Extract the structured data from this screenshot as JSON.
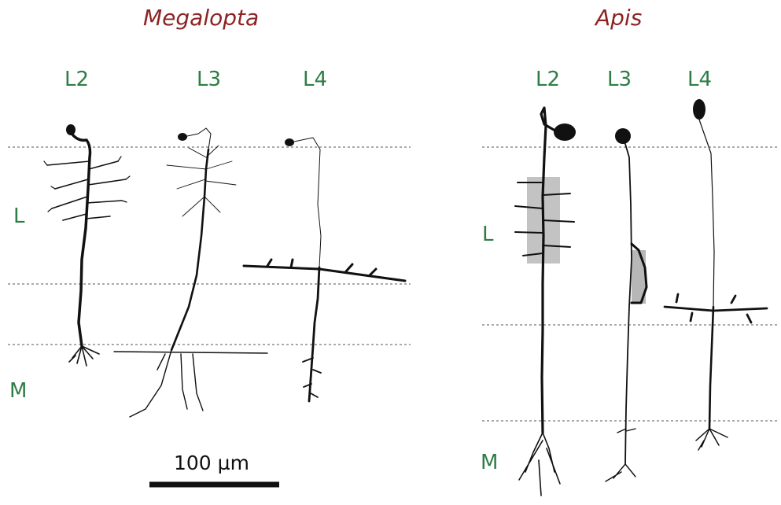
{
  "panels": {
    "left": {
      "title": "Megalopta",
      "neuron_labels": [
        "L2",
        "L3",
        "L4"
      ],
      "layer_labels": {
        "lamina": "L",
        "medulla": "M"
      }
    },
    "right": {
      "title": "Apis",
      "neuron_labels": [
        "L2",
        "L3",
        "L4"
      ],
      "layer_labels": {
        "lamina": "L",
        "medulla": "M"
      }
    }
  },
  "scale_bar": {
    "label": "100 µm"
  },
  "colors": {
    "title": "#8B2423",
    "labels": "#2E7D45",
    "neurons": "#111111",
    "guides": "#555555"
  }
}
